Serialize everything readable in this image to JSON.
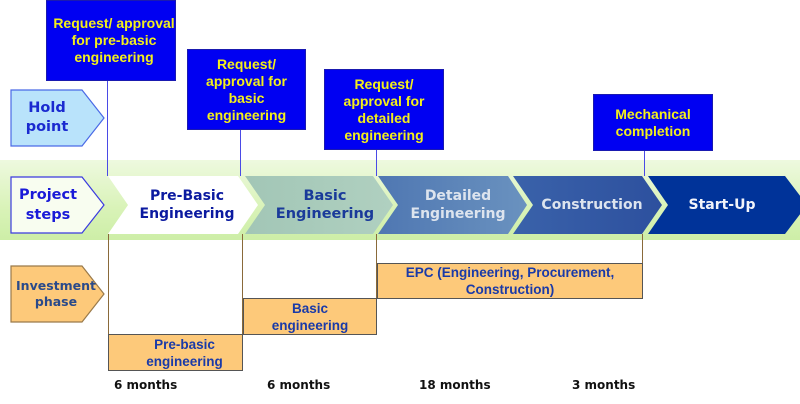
{
  "gates": [
    {
      "label": "Request/ approval for pre-basic engineering"
    },
    {
      "label": "Request/ approval for basic engineering"
    },
    {
      "label": "Request/ approval for detailed engineering"
    },
    {
      "label": "Mechanical completion"
    }
  ],
  "row_labels": {
    "hold_point": "Hold point",
    "project_steps": "Project steps",
    "investment_phase": "Investment phase"
  },
  "steps": [
    {
      "label": "Pre-Basic Engineering",
      "color": "#ffffff",
      "text_color": "#0b1aa0"
    },
    {
      "label": "Basic Engineering",
      "color": "#a9cbbb",
      "text_color": "#1a3a9a"
    },
    {
      "label": "Detailed Engineering",
      "color": "#5f86b8",
      "text_color": "#dde4ee"
    },
    {
      "label": "Construction",
      "color": "#3458a4",
      "text_color": "#dde4ee"
    },
    {
      "label": "Start-Up",
      "color": "#003399",
      "text_color": "#f2f4fa"
    }
  ],
  "phases": [
    {
      "label": "Pre-basic engineering"
    },
    {
      "label": "Basic engineering"
    },
    {
      "label": "EPC (Engineering, Procurement, Construction)"
    }
  ],
  "durations": [
    "6 months",
    "6 months",
    "18 months",
    "3 months"
  ],
  "colors": {
    "gate_fill": "#0000f2",
    "gate_text": "#f4f01a",
    "hold_fill": "#b9e3fb",
    "phase_fill": "#fdc97a",
    "band": "#d9f3b8"
  }
}
